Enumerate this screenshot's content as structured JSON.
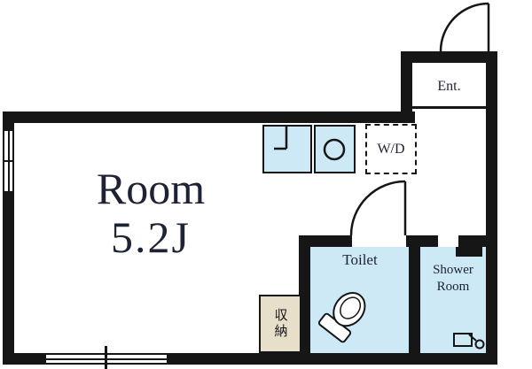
{
  "floorplan": {
    "labels": {
      "room_name": "Room",
      "room_size": "5.2J",
      "entrance": "Ent.",
      "washer_dryer": "W/D",
      "toilet": "Toilet",
      "shower_line1": "Shower",
      "shower_line2": "Room",
      "storage": "収納"
    },
    "colors": {
      "wall": "#161616",
      "wet_area_fill": "#cde9f5",
      "storage_fill": "#e7dfc9",
      "label_text": "#1e2235",
      "background": "#ffffff"
    }
  }
}
